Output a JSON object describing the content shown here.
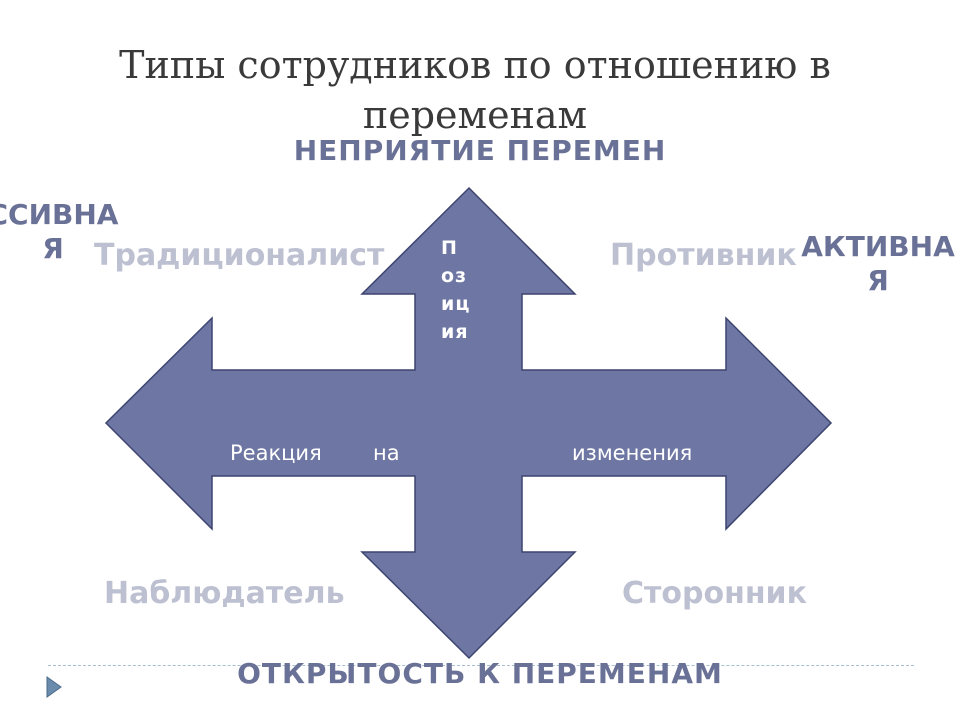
{
  "slide": {
    "title": "Типы сотрудников по отношению в переменам"
  },
  "diagram": {
    "axis_top": "НЕПРИЯТИЕ ПЕРЕМЕН",
    "axis_bottom": "ОТКРЫТОСТЬ К ПЕРЕМЕНАМ",
    "side_left": [
      "ССИВНА",
      "Я"
    ],
    "side_right": [
      "АКТИВНА",
      "Я"
    ],
    "vertical_arrow_label": [
      "П",
      "оз",
      "иц",
      "ия"
    ],
    "horizontal_arrow_label": [
      "Реакция",
      "на",
      "изменения"
    ],
    "quadrants": {
      "top_left": "Традиционалист",
      "top_right": "Противник",
      "bottom_left": "Наблюдатель",
      "bottom_right": "Сторонник"
    },
    "colors": {
      "arrow_fill": "#6e77a3",
      "arrow_stroke": "#3d4470",
      "axis_text": "#6a7196",
      "quadrant_text": "#bcc0d1",
      "title_text": "#3a3a3a"
    }
  }
}
